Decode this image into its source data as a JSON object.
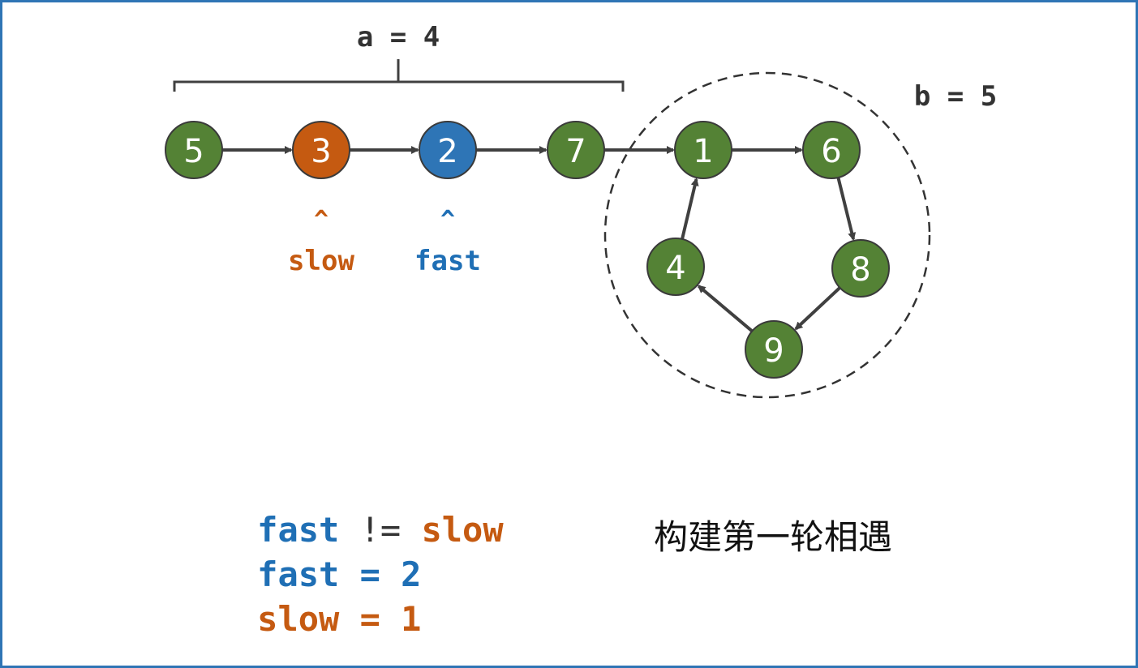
{
  "annotations": {
    "a_label": "a = 4",
    "b_label": "b = 5"
  },
  "nodes": [
    {
      "id": "n5",
      "value": "5",
      "color": "#548235"
    },
    {
      "id": "n3",
      "value": "3",
      "color": "#c55a11"
    },
    {
      "id": "n2",
      "value": "2",
      "color": "#2e75b6"
    },
    {
      "id": "n7",
      "value": "7",
      "color": "#548235"
    },
    {
      "id": "n1",
      "value": "1",
      "color": "#548235"
    },
    {
      "id": "n6",
      "value": "6",
      "color": "#548235"
    },
    {
      "id": "n8",
      "value": "8",
      "color": "#548235"
    },
    {
      "id": "n9",
      "value": "9",
      "color": "#548235"
    },
    {
      "id": "n4",
      "value": "4",
      "color": "#548235"
    }
  ],
  "edges": [
    [
      "n5",
      "n3"
    ],
    [
      "n3",
      "n2"
    ],
    [
      "n2",
      "n7"
    ],
    [
      "n7",
      "n1"
    ],
    [
      "n1",
      "n6"
    ],
    [
      "n6",
      "n8"
    ],
    [
      "n8",
      "n9"
    ],
    [
      "n9",
      "n4"
    ],
    [
      "n4",
      "n1"
    ]
  ],
  "pointers": {
    "slow": {
      "caret": "^",
      "label": "slow",
      "target": "n3",
      "color": "#c55a11"
    },
    "fast": {
      "caret": "^",
      "label": "fast",
      "target": "n2",
      "color": "#1f6fb5"
    }
  },
  "code": {
    "line1": {
      "left": "fast",
      "op": " != ",
      "right": "slow"
    },
    "line2": {
      "left": "fast",
      "rest": " = 2"
    },
    "line3": {
      "left": "slow",
      "rest": " = 1"
    }
  },
  "caption": "构建第一轮相遇",
  "colors": {
    "green": "#548235",
    "orange": "#c55a11",
    "blue": "#2e75b6",
    "border": "#2f75b5",
    "stroke": "#404040"
  }
}
